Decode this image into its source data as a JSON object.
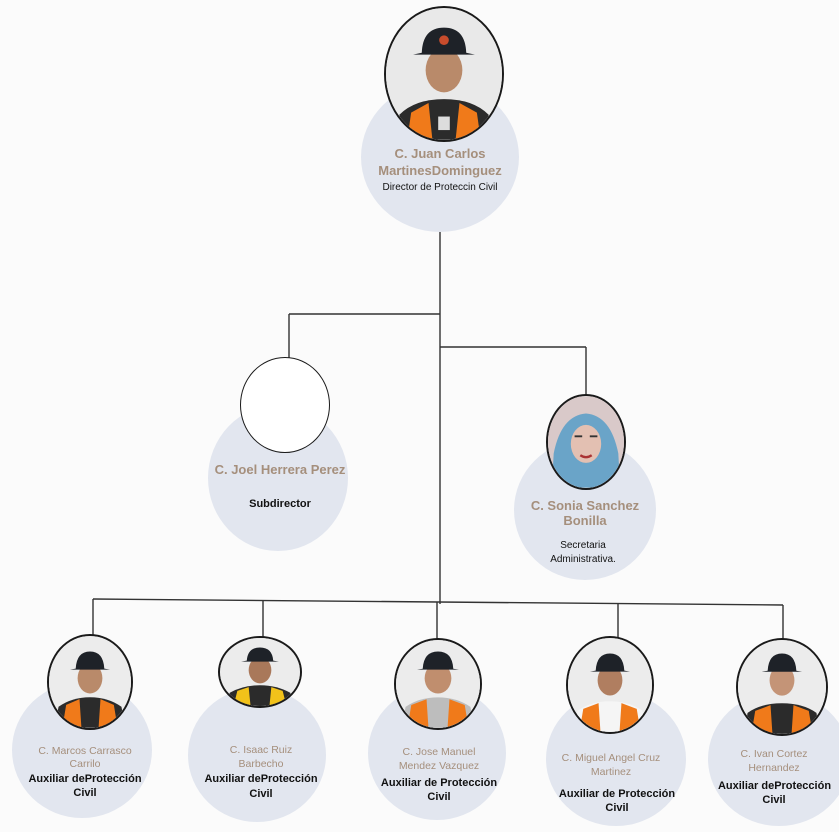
{
  "director": {
    "name_1": "C. Juan Carlos",
    "name_2": "MartinesDominguez",
    "role": "Director de Proteccin Civil",
    "photo_icon": "person-portrait-icon"
  },
  "subdirector": {
    "name": "C. Joel Herrera Perez",
    "role": "Subdirector"
  },
  "secretaria": {
    "name_1": "C. Sonia Sanchez",
    "name_2": "Bonilla",
    "role_1": "Secretaria",
    "role_2": "Administrativa.",
    "photo_icon": "person-portrait-icon"
  },
  "auxiliares": [
    {
      "name_1": "C. Marcos Carrasco",
      "name_2": "Carrilo",
      "role_1": "Auxiliar deProtección",
      "role_2": "Civil"
    },
    {
      "name_1": "C. Isaac Ruiz",
      "name_2": "Barbecho",
      "role_1": "Auxiliar deProtección",
      "role_2": "Civil"
    },
    {
      "name_1": "C. Jose Manuel",
      "name_2": "Mendez Vazquez",
      "role_1": "Auxiliar de Protección",
      "role_2": "Civil"
    },
    {
      "name_1": "C. Miguel Angel Cruz",
      "name_2": "Martinez",
      "role_1": "Auxiliar de Protección",
      "role_2": "Civil"
    },
    {
      "name_1": "C. Ivan Cortez",
      "name_2": "Hernandez",
      "role_1": "Auxiliar deProtección",
      "role_2": "Civil"
    }
  ],
  "colors": {
    "bubble": "#e2e6ef",
    "name_text": "#a58f7c",
    "vest": "#f07a1a",
    "line": "#333333"
  }
}
